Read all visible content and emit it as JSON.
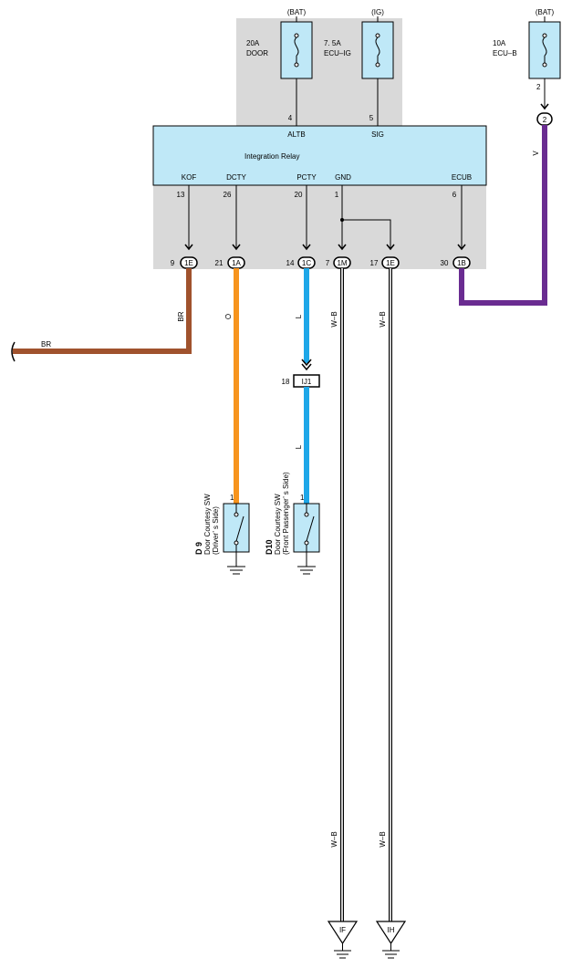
{
  "colors": {
    "background": "#ffffff",
    "panel_gray": "#d9d9d9",
    "component_fill": "#bfe8f7",
    "wire_brown": "#a0522d",
    "wire_orange": "#f7941d",
    "wire_blue": "#1ea7e8",
    "wire_violet": "#6a2c91",
    "wire_black": "#000000"
  },
  "relay": {
    "title": "Integration Relay",
    "top_pins": [
      {
        "name": "ALTB",
        "number": "4"
      },
      {
        "name": "SIG",
        "number": "5"
      }
    ],
    "bottom_pins": [
      {
        "name": "KOF",
        "number": "13"
      },
      {
        "name": "DCTY",
        "number": "26"
      },
      {
        "name": "PCTY",
        "number": "20"
      },
      {
        "name": "GND",
        "number": "1"
      },
      {
        "name": "ECUB",
        "number": "6"
      }
    ]
  },
  "fuses": [
    {
      "source": "(BAT)",
      "rating": "20A",
      "name": "DOOR"
    },
    {
      "source": "(IG)",
      "rating": "7. 5A",
      "name": "ECU–IG"
    },
    {
      "source": "(BAT)",
      "rating": "10A",
      "name": "ECU–B",
      "pin": "2"
    }
  ],
  "connectors": [
    {
      "pin": "9",
      "id": "1E"
    },
    {
      "pin": "21",
      "id": "1A"
    },
    {
      "pin": "14",
      "id": "1C"
    },
    {
      "pin": "7",
      "id": "1M"
    },
    {
      "pin": "17",
      "id": "1E"
    },
    {
      "pin": "30",
      "id": "1B"
    },
    {
      "pin": "",
      "id": "2"
    }
  ],
  "junction": {
    "pin": "18",
    "id": "IJ1"
  },
  "wire_colors": {
    "brown": "BR",
    "brown_end": "BR",
    "orange": "O",
    "blue_upper": "L",
    "blue_lower": "L",
    "wb_1": "W–B",
    "wb_2": "W–B",
    "wb_3": "W–B",
    "wb_4": "W–B",
    "violet": "V"
  },
  "switches": [
    {
      "code": "D 9",
      "name": "Door Courtesy SW",
      "side": "(Driver’ s Side)",
      "pin": "1"
    },
    {
      "code": "D10",
      "name": "Door Courtesy SW",
      "side": "(Front Passenger’ s Side)",
      "pin": "1"
    }
  ],
  "grounds": [
    {
      "id": "IF"
    },
    {
      "id": "IH"
    }
  ]
}
